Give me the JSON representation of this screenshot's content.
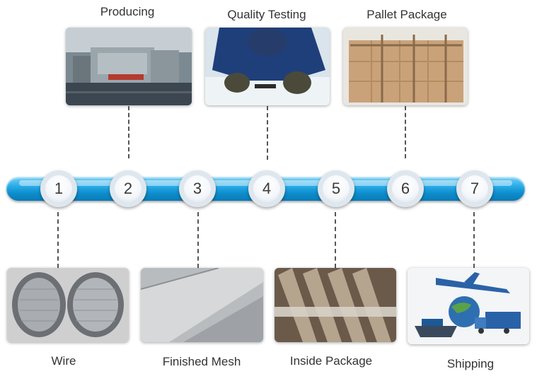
{
  "top_steps": [
    {
      "label": "Producing"
    },
    {
      "label": "Quality Testing"
    },
    {
      "label": "Pallet Package"
    }
  ],
  "bottom_steps": [
    {
      "label": "Wire"
    },
    {
      "label": "Finished Mesh"
    },
    {
      "label": "Inside Package"
    },
    {
      "label": "Shipping"
    }
  ],
  "nodes": [
    "1",
    "2",
    "3",
    "4",
    "5",
    "6",
    "7"
  ],
  "colors": {
    "bar": "#1a9fdd",
    "line": "#555555",
    "text": "#333333"
  }
}
